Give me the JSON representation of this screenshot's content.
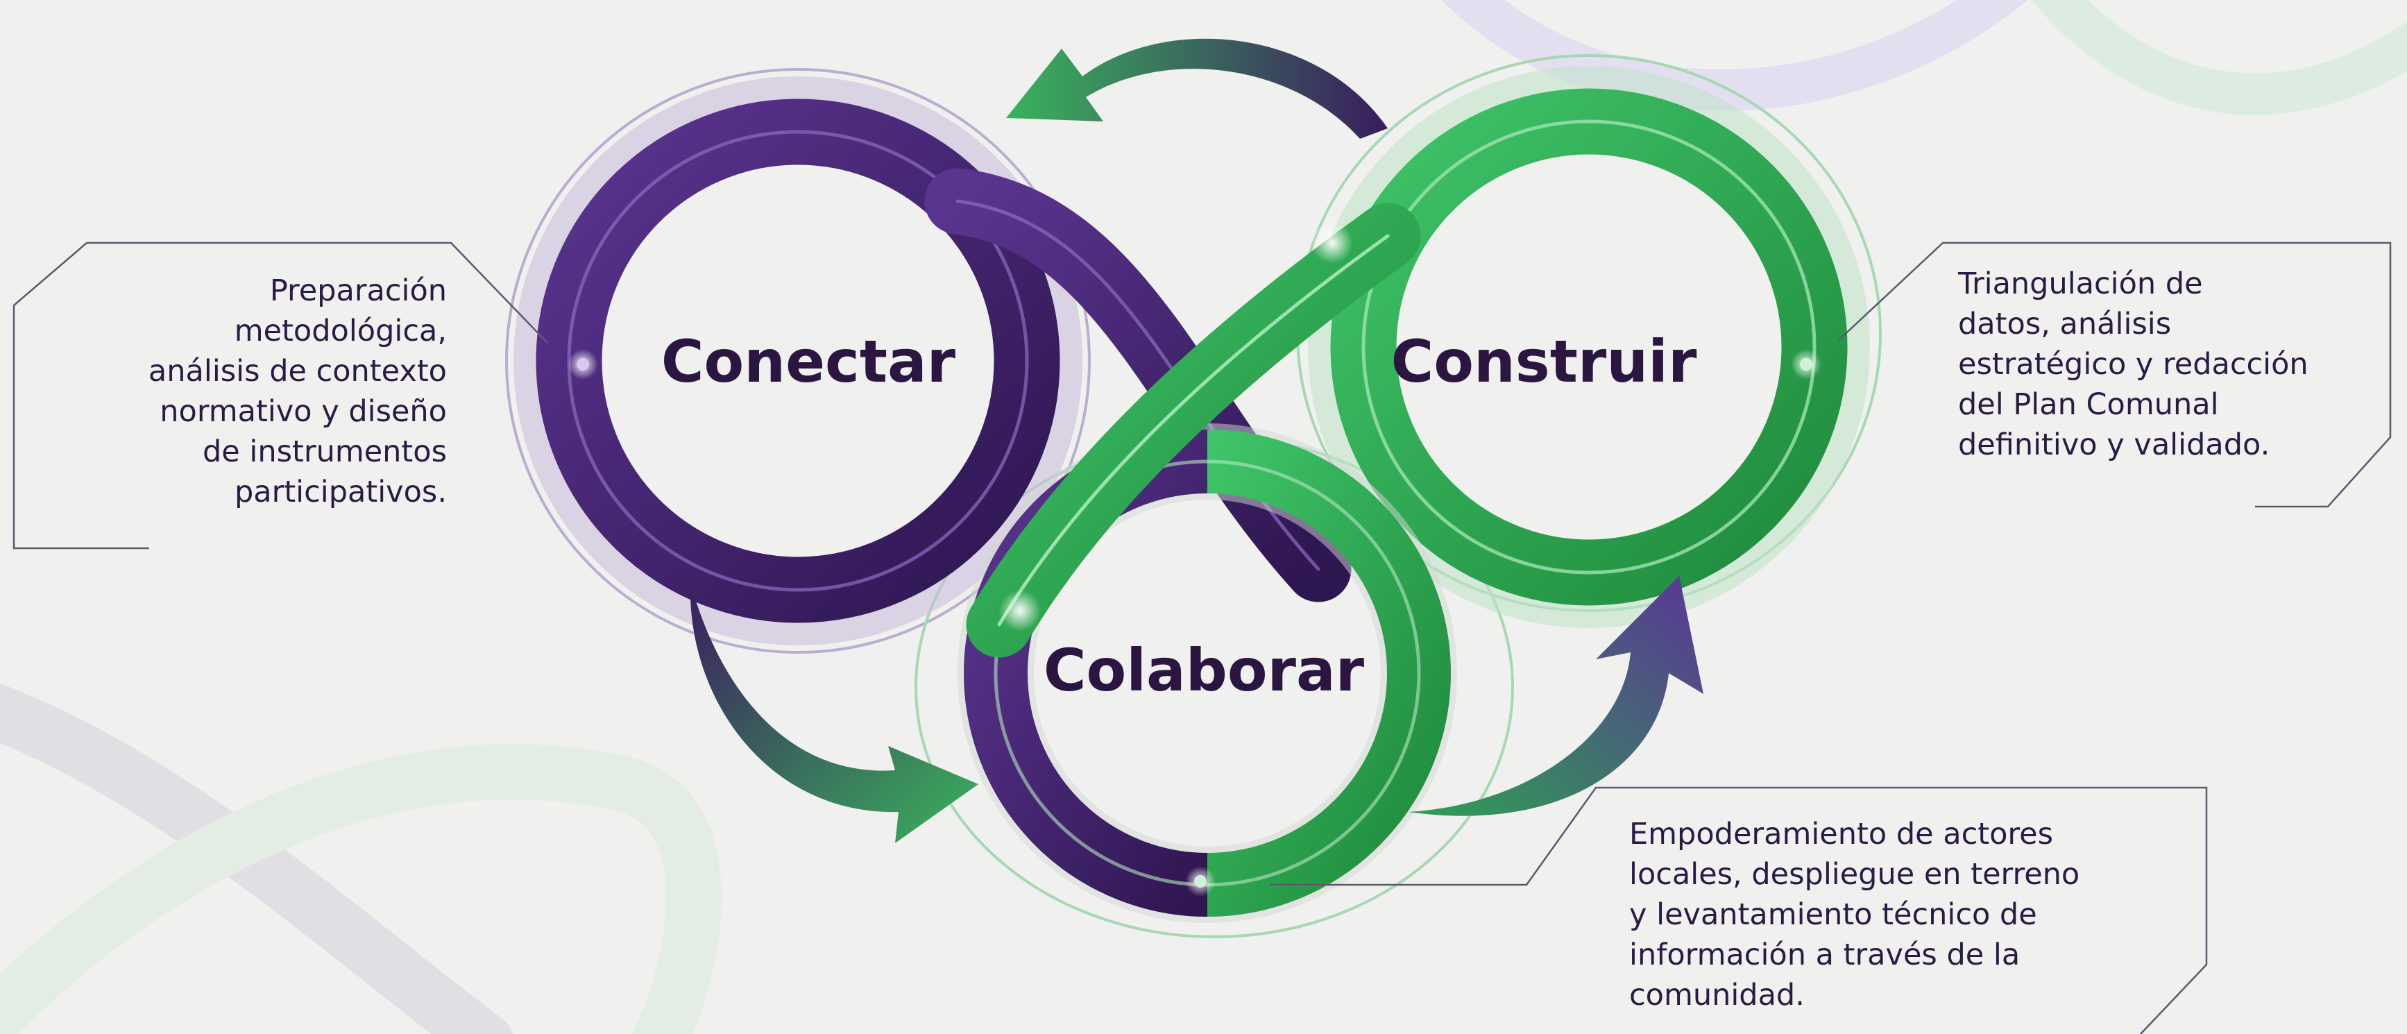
{
  "stages": {
    "connect": {
      "title": "Conectar",
      "lines": [
        "Preparación",
        "metodológica,",
        "análisis de contexto",
        "normativo y diseño",
        "de instrumentos",
        "participativos."
      ]
    },
    "collaborate": {
      "title": "Colaborar",
      "lines": [
        "Empoderamiento de actores",
        "locales, despliegue en terreno",
        "y levantamiento técnico de",
        "información a través de la",
        "comunidad."
      ]
    },
    "build": {
      "title": "Construir",
      "lines": [
        "Triangulación de",
        "datos, análisis",
        "estratégico y redacción",
        "del Plan Comunal",
        "definitivo y validado."
      ]
    }
  },
  "colors": {
    "background": "#f0f0ee",
    "purple": "#3d1f66",
    "green": "#2fa84f",
    "text": "#2a1640"
  },
  "icons": [
    "cycle-arrow-icon"
  ]
}
